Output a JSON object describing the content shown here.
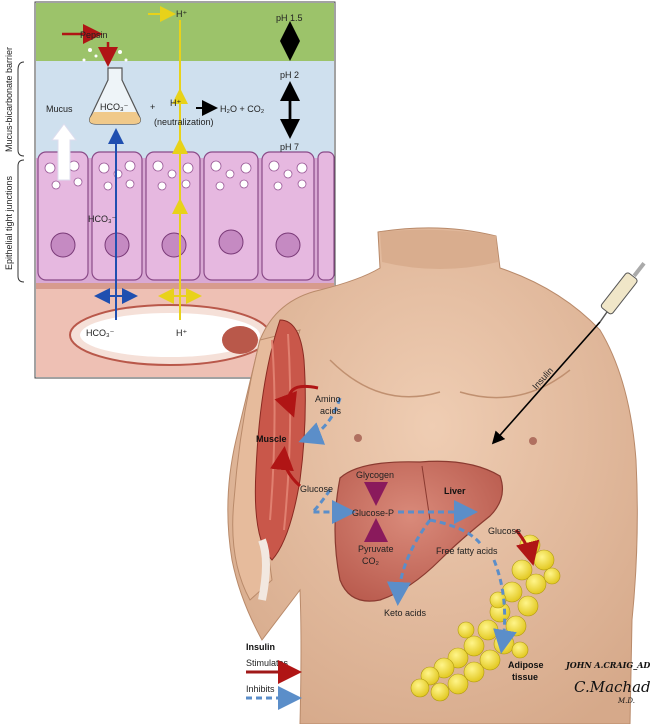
{
  "stomach": {
    "pepsin": "Pepsin",
    "h_top": "H⁺",
    "ph_1_5": "pH 1.5",
    "ph_2": "pH 2",
    "ph_7": "pH 7",
    "mucus": "Mucus",
    "hco3_flask": "HCO₃⁻",
    "plus": "+",
    "h_mid": "H⁺",
    "neutralization": "(neutralization)",
    "products": "H₂O + CO₂",
    "side_barrier": "Mucus-bicarbonate barrier",
    "side_junctions": "Epithelial tight junctions",
    "hco3_cell": "HCO₃⁻",
    "hco3_vessel": "HCO₃⁻",
    "h_vessel": "H⁺"
  },
  "body": {
    "insulin": "Insulin",
    "amino_acids_1": "Amino",
    "amino_acids_2": "acids",
    "muscle": "Muscle",
    "glucose_left": "Glucose",
    "glycogen": "Glycogen",
    "liver": "Liver",
    "glucose_p": "Glucose-P",
    "glucose_right": "Glucose",
    "pyruvate": "Pyruvate",
    "co2": "CO₂",
    "free_fatty_acids": "Free fatty acids",
    "keto_acids": "Keto acids",
    "adipose_1": "Adipose",
    "adipose_2": "tissue"
  },
  "legend": {
    "title": "Insulin",
    "stimulates": "Stimulates",
    "inhibits": "Inhibits",
    "stimulates_color": "#a01818",
    "inhibits_color": "#5b8ec9"
  },
  "signature": {
    "line1": "JOHN A.CRAIG_AD",
    "line2": "C.Machado",
    "line3": "M.D."
  }
}
